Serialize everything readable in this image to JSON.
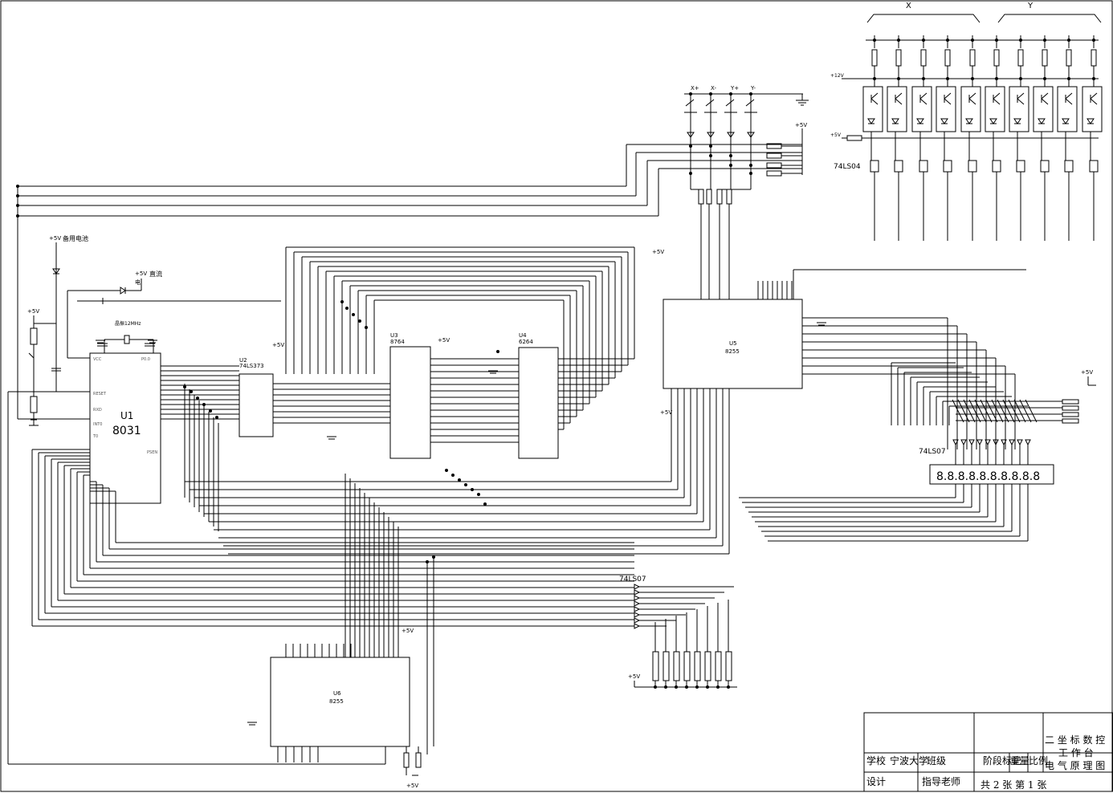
{
  "ic": {
    "u1_ref": "U1",
    "u1_type": "8031",
    "u2_ref": "U2",
    "u2_type": "74LS373",
    "u3_ref": "U3",
    "u3_type": "8764",
    "u4_ref": "U4",
    "u4_type": "6264",
    "u5_ref": "U5",
    "u5_type": "8255",
    "u6_ref": "U6",
    "u6_type": "8255"
  },
  "labels": {
    "backup_battery": "备用电池",
    "dc": "直流",
    "dc_sub": "电",
    "crystal": "晶振12MHz",
    "plus5v": "+5V",
    "plus12v": "+12V",
    "ls04": "74LS04",
    "ls07_display": "74LS07",
    "ls07_bus": "74LS07",
    "display_digits": "8.8.8.8.8.8.8.8.8.8",
    "x_group": "X",
    "y_group": "Y",
    "limit_labels": [
      "X+",
      "X-",
      "Y+",
      "Y-"
    ]
  },
  "title_block": {
    "school_label": "学校",
    "school_value": "宁波大学",
    "class_label": "班级",
    "stage_label": "阶段标记",
    "weight_label": "重量",
    "scale_label": "比例",
    "drawing_title": [
      "二 坐 标 数 控",
      "工 作 台",
      "电 气 原 理 图"
    ],
    "design_label": "设计",
    "advisor_label": "指导老师",
    "sheet_info": "共 2  张 第 1 张"
  }
}
